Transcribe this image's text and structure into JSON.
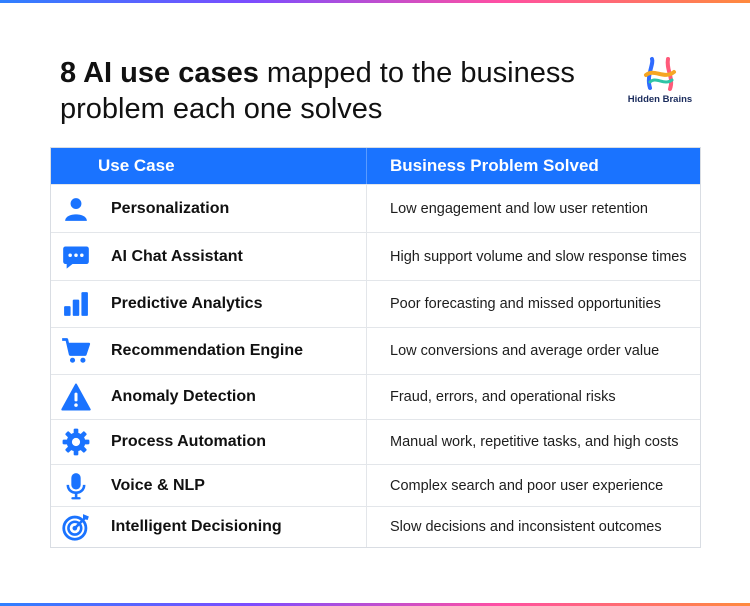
{
  "title": {
    "bold": "8 AI use cases",
    "rest": " mapped to the business problem each one solves"
  },
  "logo": {
    "text": "Hidden Brains"
  },
  "colors": {
    "accent": "#1a73ff",
    "icon": "#1a73ff"
  },
  "table": {
    "headers": [
      "Use Case",
      "Business Problem Solved"
    ],
    "rows": [
      {
        "icon": "user-icon",
        "use_case": "Personalization",
        "problem": "Low engagement and low user retention"
      },
      {
        "icon": "chat-icon",
        "use_case": "AI Chat Assistant",
        "problem": "High support volume and slow response times"
      },
      {
        "icon": "bar-chart-icon",
        "use_case": "Predictive Analytics",
        "problem": "Poor forecasting and missed opportunities"
      },
      {
        "icon": "cart-icon",
        "use_case": "Recommendation Engine",
        "problem": "Low conversions and average order value"
      },
      {
        "icon": "warning-icon",
        "use_case": "Anomaly Detection",
        "problem": "Fraud, errors, and operational risks"
      },
      {
        "icon": "gear-icon",
        "use_case": "Process Automation",
        "problem": "Manual work, repetitive tasks, and high costs"
      },
      {
        "icon": "microphone-icon",
        "use_case": "Voice & NLP",
        "problem": "Complex search and poor user experience"
      },
      {
        "icon": "target-icon",
        "use_case": "Intelligent Decisioning",
        "problem": "Slow decisions and inconsistent outcomes"
      }
    ]
  }
}
